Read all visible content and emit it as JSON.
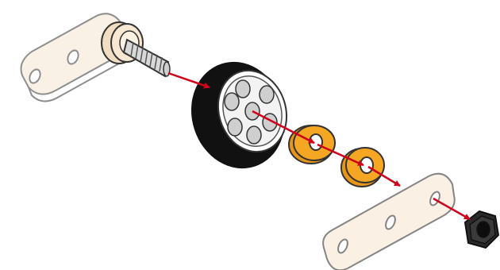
{
  "diagram": {
    "kind": "exploded-assembly",
    "parts": [
      {
        "id": "bracket-with-bolt",
        "icon": "bracket-bolt-icon",
        "color": "#f7e7d3"
      },
      {
        "id": "wheel",
        "icon": "wheel-icon",
        "color": "#111111"
      },
      {
        "id": "spacer-1",
        "icon": "spacer-icon",
        "color": "#f5a623"
      },
      {
        "id": "spacer-2",
        "icon": "spacer-icon",
        "color": "#f5a623"
      },
      {
        "id": "bracket-plate",
        "icon": "bracket-plate-icon",
        "color": "#f7e7d3"
      },
      {
        "id": "hex-nut",
        "icon": "hex-nut-icon",
        "color": "#222222"
      }
    ],
    "arrow_color": "#d0021b",
    "outline_color": "#222222",
    "bracket_fill": "#f7e7d3",
    "spacer_fill": "#f5a623",
    "bolt_fill": "#d9d9d9"
  }
}
